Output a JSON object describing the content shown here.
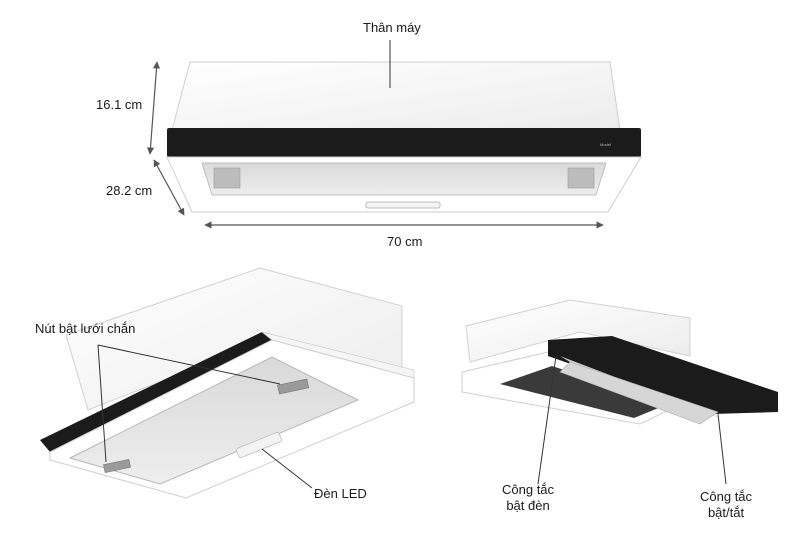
{
  "labels": {
    "body": "Thân máy",
    "height": "16.1 cm",
    "depth": "28.2 cm",
    "width": "70 cm",
    "filter_button": "Nút bật lưới chắn",
    "led": "Đèn LED",
    "light_switch_line1": "Công tắc",
    "light_switch_line2": "bật đèn",
    "power_switch_line1": "Công tắc",
    "power_switch_line2": "bật/tắt"
  },
  "colors": {
    "panel": "#1b1b1b",
    "body": "#ffffff",
    "outline": "#c9c9c9",
    "filter": "#e2e2e2",
    "dimension": "#555555"
  }
}
